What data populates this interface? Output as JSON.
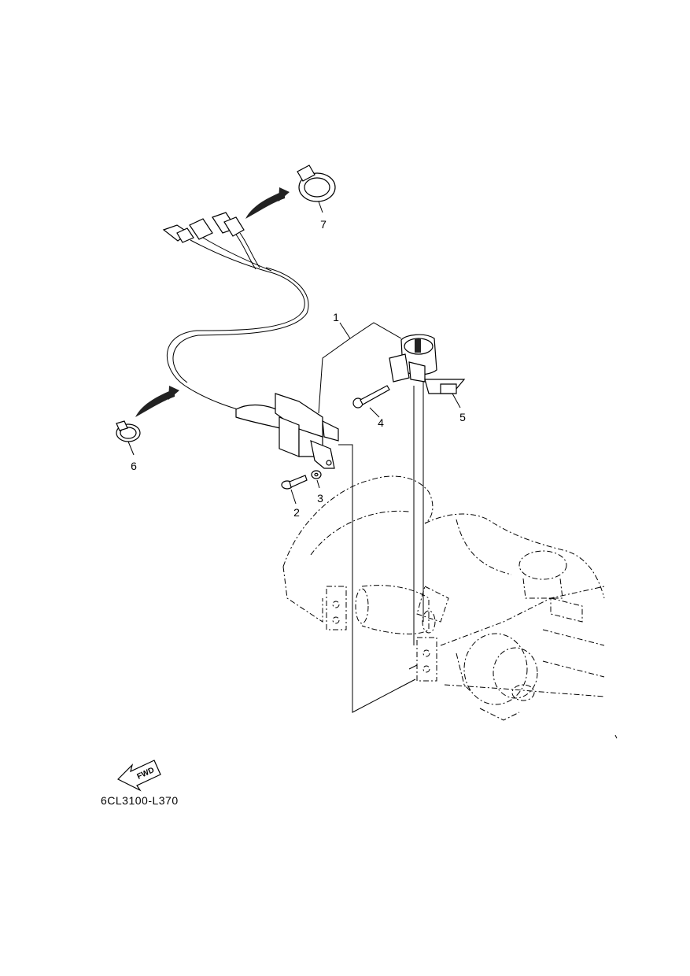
{
  "callouts": {
    "c1": "1",
    "c2": "2",
    "c3": "3",
    "c4": "4",
    "c5": "5",
    "c6": "6",
    "c7": "7"
  },
  "fwd_label": "FWD",
  "diagram_code": "6CL3100-L370"
}
